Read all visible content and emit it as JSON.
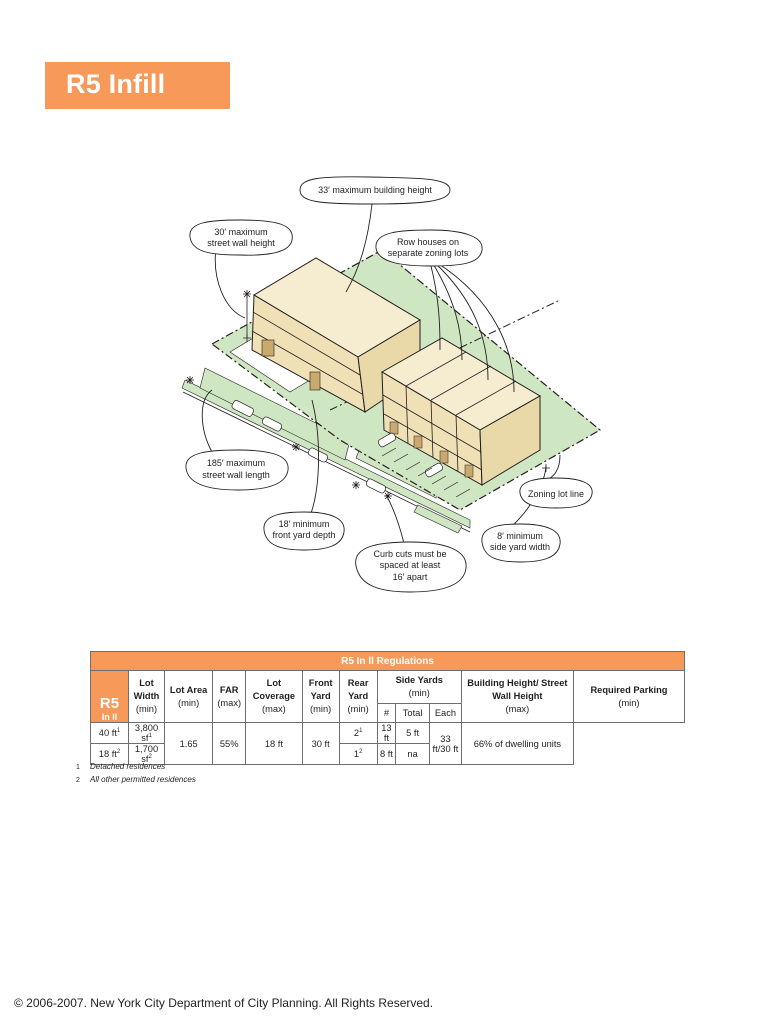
{
  "header": {
    "title": "R5 Infill"
  },
  "diagram": {
    "callouts": {
      "max_building_height": "33′ maximum building height",
      "street_wall_line1": "30′ maximum",
      "street_wall_line2": "street wall height",
      "row_houses_line1": "Row houses on",
      "row_houses_line2": "separate zoning lots",
      "street_wall_length_line1": "185′ maximum",
      "street_wall_length_line2": "street wall length",
      "front_yard_line1": "18′ minimum",
      "front_yard_line2": "front yard depth",
      "curb_cuts_line1": "Curb cuts must be",
      "curb_cuts_line2": "spaced at least",
      "curb_cuts_line3": "16′ apart",
      "side_yard_line1": "8′ minimum",
      "side_yard_line2": "side yard width",
      "zoning_lot_line": "Zoning lot line"
    }
  },
  "table": {
    "caption": "R5 In  ll Regulations",
    "district": "R5",
    "district_sub": "In  ll",
    "headers": {
      "lot_width": "Lot Width",
      "lot_width_sub": "(min)",
      "lot_area": "Lot Area",
      "lot_area_sub": "(min)",
      "far": "FAR",
      "far_sub": "(max)",
      "lot_coverage": "Lot Coverage",
      "lot_coverage_sub": "(max)",
      "front_yard": "Front Yard",
      "front_yard_sub": "(min)",
      "rear_yard": "Rear Yard",
      "rear_yard_sub": "(min)",
      "side_yards": "Side Yards",
      "side_yards_sub": "(min)",
      "side_num": "#",
      "side_total": "Total",
      "side_each": "Each",
      "building_height": "Building Height/ Street Wall Height",
      "building_height_sub": "(max)",
      "parking": "Required Parking",
      "parking_sub": "(min)"
    },
    "rows": [
      {
        "lot_width": "40 ft",
        "lot_width_fn": "1",
        "lot_area": "3,800 sf",
        "lot_area_fn": "1",
        "side_num": "2",
        "side_num_fn": "1",
        "side_total": "13 ft",
        "side_each": "5 ft"
      },
      {
        "lot_width": "18 ft",
        "lot_width_fn": "2",
        "lot_area": "1,700 sf",
        "lot_area_fn": "2",
        "side_num": "1",
        "side_num_fn": "2",
        "side_total": "8 ft",
        "side_each": "na"
      }
    ],
    "shared": {
      "far": "1.65",
      "lot_coverage": "55%",
      "front_yard": "18 ft",
      "rear_yard": "30 ft",
      "building_height": "33 ft/30 ft",
      "parking": "66% of dwelling units"
    }
  },
  "footnotes": [
    {
      "mark": "1",
      "text": "Detached residences"
    },
    {
      "mark": "2",
      "text": "All other permitted residences"
    }
  ],
  "footer": {
    "copyright": "© 2006-2007. New York City Department of City Planning. All Rights Reserved."
  },
  "colors": {
    "accent": "#f79a59",
    "building": "#f3e7c5",
    "lawn": "#cfe6c2",
    "line": "#231f20"
  }
}
